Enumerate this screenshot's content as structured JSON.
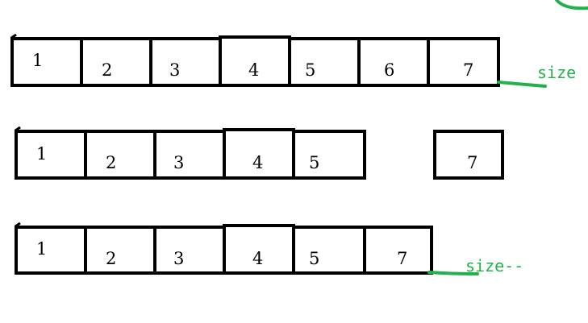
{
  "colors": {
    "ink": "#000000",
    "annotation": "#22b14c"
  },
  "rows": [
    {
      "id": "row-1",
      "cells": [
        "1",
        "2",
        "3",
        "4",
        "5",
        "6",
        "7"
      ],
      "annotation": "size"
    },
    {
      "id": "row-2",
      "cells": [
        "1",
        "2",
        "3",
        "4",
        "5",
        "",
        "7"
      ],
      "annotation": ""
    },
    {
      "id": "row-3",
      "cells": [
        "1",
        "2",
        "3",
        "4",
        "5",
        "7"
      ],
      "annotation": "size--"
    }
  ]
}
